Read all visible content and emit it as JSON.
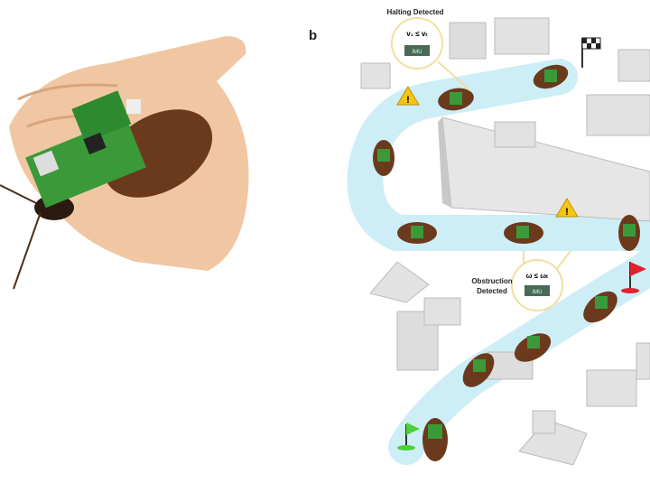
{
  "panel_b": {
    "label": "b",
    "halting": {
      "title": "Halting Detected",
      "condition": "v₁ ≤ vₜ",
      "sensor": "IMU"
    },
    "obstruction": {
      "title_line1": "Obstruction",
      "title_line2": "Detected",
      "condition": "ω ≤ ωₜ",
      "sensor": "IMU"
    }
  },
  "colors": {
    "path": "#cdeef6",
    "board": "#3a9a3a",
    "roach": "#6b3a1c",
    "block": "#e6e6e6",
    "start_flag": "#4cd137",
    "goal_flag": "#e0202e",
    "warning": "#f7c514"
  },
  "icons": [
    "start-flag-icon",
    "goal-flag-icon",
    "checkered-flag-icon",
    "warning-icon",
    "imu-chip-icon"
  ]
}
